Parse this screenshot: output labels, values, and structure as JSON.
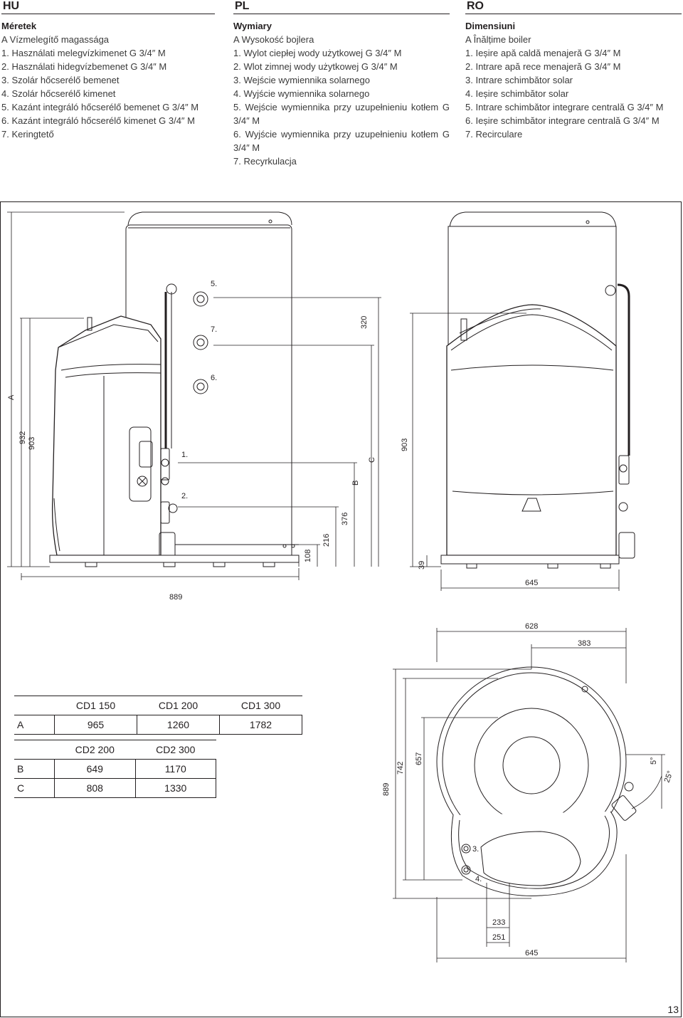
{
  "headers": {
    "hu": "HU",
    "pl": "PL",
    "ro": "RO"
  },
  "hu": {
    "title": "Méretek",
    "items": [
      "A  Vízmelegítő magassága",
      "1.  Használati melegvízkimenet G 3/4″ M",
      "2.  Használati hidegvízbemenet G 3/4″ M",
      "3.  Szolár hőcserélő bemenet",
      "4.  Szolár hőcserélő kimenet",
      "5.  Kazánt integráló hőcserélő bemenet G 3/4″ M",
      "6.  Kazánt integráló hőcserélő kimenet G 3/4″ M",
      "7.  Keringtető"
    ]
  },
  "pl": {
    "title": "Wymiary",
    "items": [
      "A  Wysokość bojlera",
      "1.  Wylot ciepłej wody użytkowej G 3/4″ M",
      "2.  Wlot zimnej wody użytkowej G 3/4″ M",
      "3.  Wejście wymiennika solarnego",
      "4.  Wyjście wymiennika solarnego",
      "5.  Wejście wymiennika przy uzupełnieniu kotłem G 3/4″ M",
      "6.  Wyjście wymiennika przy uzupełnieniu kotłem G 3/4″ M",
      "7.  Recyrkulacja"
    ]
  },
  "ro": {
    "title": "Dimensiuni",
    "items": [
      "A  Înălțime boiler",
      "1.  Ieșire apă caldă menajeră G 3/4″ M",
      "2.  Intrare apă rece menajeră G 3/4″ M",
      "3.  Intrare schimbător solar",
      "4.  Ieșire schimbător solar",
      "5.  Intrare schimbător integrare centrală G 3/4″ M",
      "6.  Ieșire schimbător integrare centrală G 3/4″ M",
      "7.  Recirculare"
    ]
  },
  "drawing": {
    "labels": {
      "l5": "5.",
      "l7": "7.",
      "l6": "6.",
      "l1": "1.",
      "l2": "2.",
      "l3": "3.",
      "l4": "4.",
      "A": "A",
      "B": "B",
      "C": "C"
    },
    "dims": {
      "d932": "932",
      "d903a": "903",
      "d889a": "889",
      "d320": "320",
      "d376": "376",
      "d216": "216",
      "d108": "108",
      "d903b": "903",
      "d39": "39",
      "d645a": "645",
      "d628": "628",
      "d383": "383",
      "d889b": "889",
      "d742": "742",
      "d657": "657",
      "d5deg": "5°",
      "d25deg": "25°",
      "d233": "233",
      "d251": "251",
      "d645b": "645"
    }
  },
  "table1": {
    "headers": [
      "CD1 150",
      "CD1 200",
      "CD1 300"
    ],
    "rows": [
      {
        "label": "A",
        "values": [
          "965",
          "1260",
          "1782"
        ]
      }
    ]
  },
  "table2": {
    "headers": [
      "CD2 200",
      "CD2 300"
    ],
    "rows": [
      {
        "label": "B",
        "values": [
          "649",
          "1170"
        ]
      },
      {
        "label": "C",
        "values": [
          "808",
          "1330"
        ]
      }
    ]
  },
  "page_number": "13"
}
